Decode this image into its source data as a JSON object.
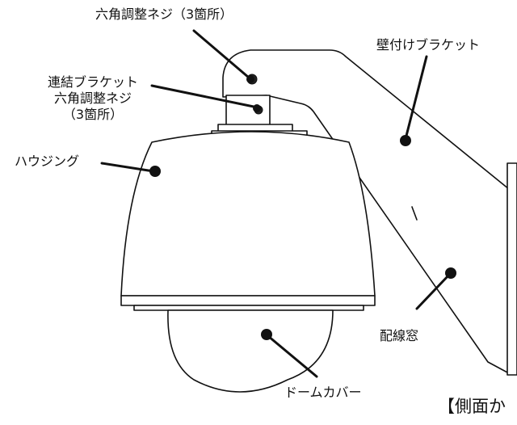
{
  "labels": {
    "hex_screw": "六角調整ネジ（3箇所）",
    "wall_bracket": "壁付けブラケット",
    "connect_bracket_line1": "連結ブラケット",
    "connect_bracket_line2": "六角調整ネジ",
    "connect_bracket_line3": "（3箇所）",
    "housing": "ハウジング",
    "wiring_window": "配線窓",
    "dome_cover": "ドームカバー",
    "view_title": "【側面か"
  },
  "colors": {
    "line": "#111111",
    "fill": "#ffffff",
    "accent": "#1a1a1a"
  }
}
